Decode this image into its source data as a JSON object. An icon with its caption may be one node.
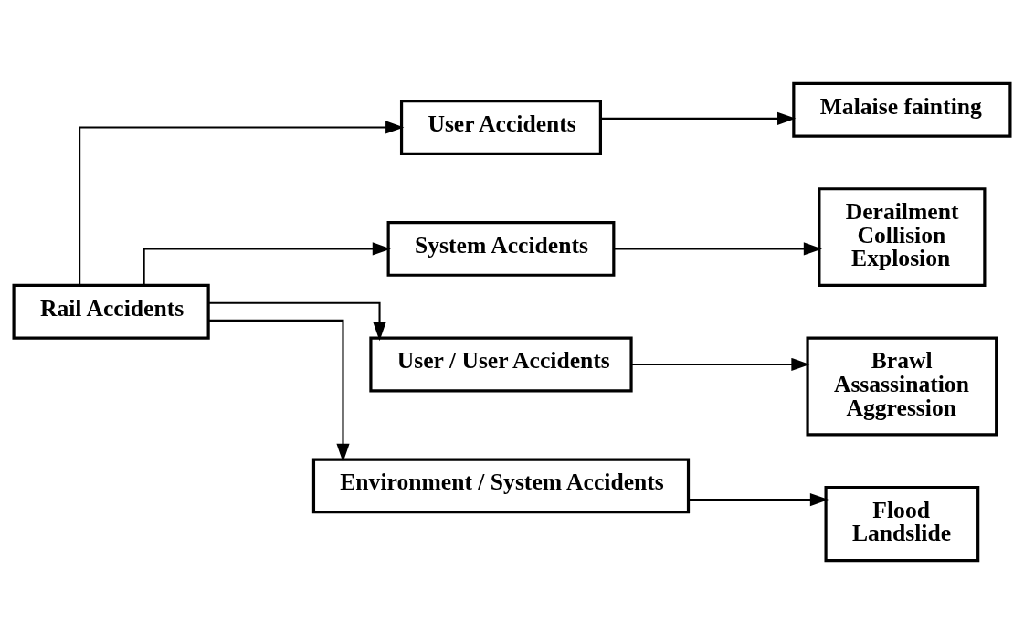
{
  "diagram": {
    "nodes": [
      {
        "text": [
          "Rail Accidents"
        ]
      },
      {
        "text": [
          "User Accidents"
        ]
      },
      {
        "text": [
          "System Accidents"
        ]
      },
      {
        "text": [
          "User / User Accidents"
        ]
      },
      {
        "text": [
          "Environment / System Accidents"
        ]
      },
      {
        "text": [
          "Malaise fainting"
        ]
      },
      {
        "text": [
          "Derailment",
          "Collision",
          "Explosion"
        ]
      },
      {
        "text": [
          "Brawl",
          "Assassination",
          "Aggression"
        ]
      },
      {
        "text": [
          "Flood",
          "Landslide"
        ]
      }
    ],
    "edges": [
      {
        "from": 0,
        "to": 1,
        "arrow": "to"
      },
      {
        "from": 0,
        "to": 2,
        "arrow": "to"
      },
      {
        "from": 0,
        "to": 3,
        "arrow": "to"
      },
      {
        "from": 0,
        "to": 4,
        "arrow": "to"
      },
      {
        "from": 1,
        "to": 5,
        "arrow": "to"
      },
      {
        "from": 2,
        "to": 6,
        "arrow": "to"
      },
      {
        "from": 3,
        "to": 7,
        "arrow": "to"
      },
      {
        "from": 4,
        "to": 8,
        "arrow": "to"
      }
    ]
  }
}
